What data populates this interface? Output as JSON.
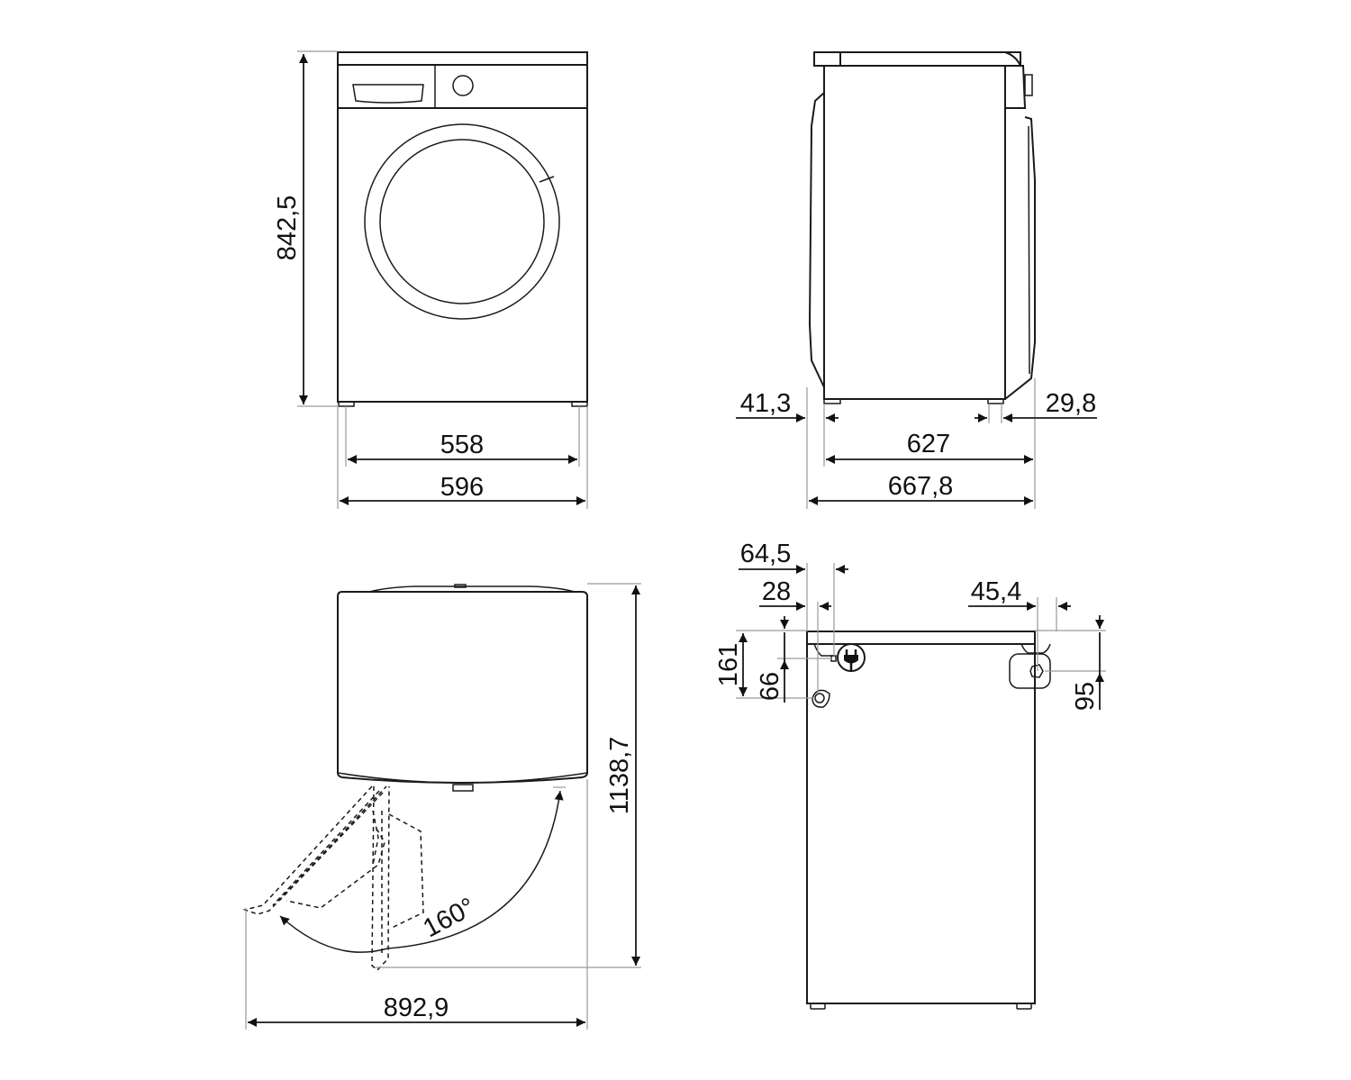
{
  "drawing": {
    "units": "mm",
    "line_color": "#1a1a1a",
    "extension_line_color": "#9a9a9a",
    "views": {
      "front": {
        "height_label": "842,5",
        "feet_span_label": "558",
        "width_label": "596"
      },
      "side": {
        "front_offset_label": "41,3",
        "rear_offset_label": "29,8",
        "feet_span_label": "627",
        "depth_label": "667,8"
      },
      "top_door_open": {
        "depth_door_open_label": "1138,7",
        "width_door_open_label": "892,9",
        "door_angle_label": "160°"
      },
      "rear": {
        "plug_offset_label": "64,5",
        "inlet_offset_label": "28",
        "drain_offset_label": "45,4",
        "plug_height_label": "161",
        "inlet_height_label": "66",
        "drain_height_label": "95",
        "icons": [
          "power-plug-icon",
          "water-inlet-icon",
          "drain-outlet-icon"
        ]
      }
    }
  }
}
